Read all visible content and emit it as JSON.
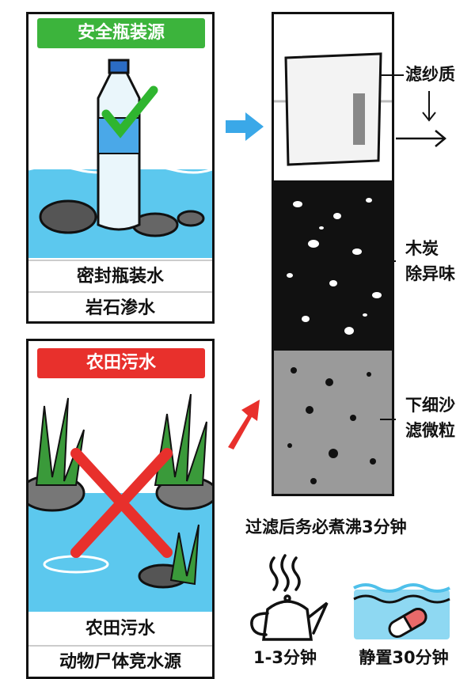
{
  "safe_panel": {
    "title": "安全瓶装源",
    "items": [
      "密封瓶装水",
      "岩石渗水"
    ],
    "title_color": "#3cb43c"
  },
  "unsafe_panel": {
    "title": "农田污水",
    "items": [
      "农田污水",
      "动物尸体竞水源"
    ],
    "title_color": "#e8302c"
  },
  "filter": {
    "layers": [
      {
        "label": "滤纱质"
      },
      {
        "label_lines": [
          "木炭",
          "除异味"
        ]
      },
      {
        "label_lines": [
          "下细沙",
          "滤微粒"
        ]
      }
    ]
  },
  "boil_note": "过滤后务必煮沸3分钟",
  "methods": [
    {
      "icon": "kettle-icon",
      "caption": "1-3分钟"
    },
    {
      "icon": "purification-tablet-icon",
      "caption": "静置30分钟"
    }
  ],
  "colors": {
    "water": "#5cc8ee",
    "arrow_blue": "#3aa8e8",
    "arrow_red": "#e8302c",
    "charcoal": "#111111",
    "sand": "#9a9a9a"
  }
}
